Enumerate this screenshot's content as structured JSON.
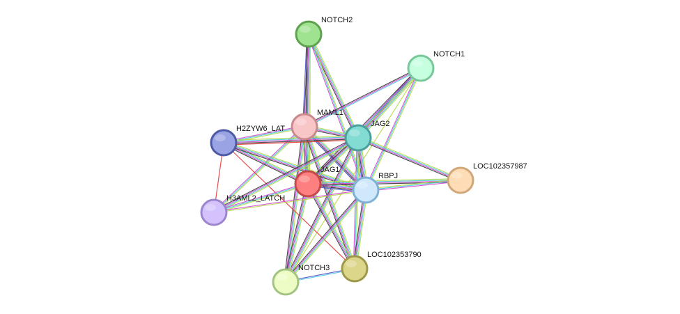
{
  "nodes": [
    {
      "id": "NOTCH2",
      "label": "NOTCH2",
      "fill": "#9fe28f",
      "stroke": "#5ea24f"
    },
    {
      "id": "NOTCH1",
      "label": "NOTCH1",
      "fill": "#c6ffe0",
      "stroke": "#79c79a"
    },
    {
      "id": "MAML1",
      "label": "MAML1",
      "fill": "#f9c6c8",
      "stroke": "#c98a8d"
    },
    {
      "id": "H2ZYW6",
      "label": "H2ZYW6_LAT",
      "fill": "#9aa3e3",
      "stroke": "#4e5aa6"
    },
    {
      "id": "JAG2",
      "label": "JAG2",
      "fill": "#83dcd4",
      "stroke": "#4c9f98"
    },
    {
      "id": "JAG1",
      "label": "JAG1",
      "fill": "#fd7f7f",
      "stroke": "#c44a4a"
    },
    {
      "id": "RBPJ",
      "label": "RBPJ",
      "fill": "#cfe8fb",
      "stroke": "#7fb0d6"
    },
    {
      "id": "LOC102357987",
      "label": "LOC102357987",
      "fill": "#fddcb6",
      "stroke": "#d1a77a"
    },
    {
      "id": "H3AML2",
      "label": "H3AML2_LATCH",
      "fill": "#d4c2fc",
      "stroke": "#9c85cf"
    },
    {
      "id": "LOC102353790",
      "label": "LOC102353790",
      "fill": "#dcd68a",
      "stroke": "#9e984a"
    },
    {
      "id": "NOTCH3",
      "label": "NOTCH3",
      "fill": "#ecfcc4",
      "stroke": "#a3c480"
    }
  ],
  "edge_colors": [
    "#b8d84c",
    "#4cc8d8",
    "#d24cd2",
    "#3c3c3c",
    "#4c4cd2",
    "#e03c3c"
  ],
  "edges": [
    {
      "a": "NOTCH2",
      "b": "MAML1",
      "types": [
        1,
        2,
        3,
        4
      ]
    },
    {
      "a": "NOTCH2",
      "b": "JAG2",
      "types": [
        0,
        1,
        2,
        3
      ]
    },
    {
      "a": "NOTCH2",
      "b": "JAG1",
      "types": [
        0,
        1,
        2,
        3
      ]
    },
    {
      "a": "NOTCH2",
      "b": "RBPJ",
      "types": [
        0,
        1,
        2
      ]
    },
    {
      "a": "NOTCH1",
      "b": "MAML1",
      "types": [
        1,
        2,
        3
      ]
    },
    {
      "a": "NOTCH1",
      "b": "JAG2",
      "types": [
        0,
        1,
        2,
        3,
        4
      ]
    },
    {
      "a": "NOTCH1",
      "b": "JAG1",
      "types": [
        0,
        1,
        2,
        3
      ]
    },
    {
      "a": "NOTCH1",
      "b": "RBPJ",
      "types": [
        0,
        1,
        2
      ]
    },
    {
      "a": "NOTCH1",
      "b": "NOTCH3",
      "types": [
        0
      ]
    },
    {
      "a": "MAML1",
      "b": "H2ZYW6",
      "types": [
        0,
        1,
        2
      ]
    },
    {
      "a": "MAML1",
      "b": "JAG2",
      "types": [
        0,
        1,
        2,
        3
      ]
    },
    {
      "a": "MAML1",
      "b": "JAG1",
      "types": [
        0,
        1,
        2,
        3
      ]
    },
    {
      "a": "MAML1",
      "b": "RBPJ",
      "types": [
        0,
        1,
        2,
        3,
        4
      ]
    },
    {
      "a": "MAML1",
      "b": "H3AML2",
      "types": [
        0,
        1,
        2
      ]
    },
    {
      "a": "MAML1",
      "b": "LOC102353790",
      "types": [
        0,
        1,
        2,
        3
      ]
    },
    {
      "a": "MAML1",
      "b": "NOTCH3",
      "types": [
        0,
        1,
        2,
        3
      ]
    },
    {
      "a": "H2ZYW6",
      "b": "JAG2",
      "types": [
        0,
        1,
        2,
        3,
        5
      ]
    },
    {
      "a": "H2ZYW6",
      "b": "JAG1",
      "types": [
        0,
        1,
        2,
        3
      ]
    },
    {
      "a": "H2ZYW6",
      "b": "RBPJ",
      "types": [
        0,
        1,
        2,
        3
      ]
    },
    {
      "a": "H2ZYW6",
      "b": "H3AML2",
      "types": [
        5
      ]
    },
    {
      "a": "H2ZYW6",
      "b": "LOC102353790",
      "types": [
        5
      ]
    },
    {
      "a": "JAG2",
      "b": "JAG1",
      "types": [
        0,
        1,
        2,
        3
      ]
    },
    {
      "a": "JAG2",
      "b": "RBPJ",
      "types": [
        0,
        1,
        2,
        3,
        4
      ]
    },
    {
      "a": "JAG2",
      "b": "LOC102357987",
      "types": [
        0,
        1,
        2,
        3
      ]
    },
    {
      "a": "JAG2",
      "b": "H3AML2",
      "types": [
        0,
        1,
        2,
        3
      ]
    },
    {
      "a": "JAG2",
      "b": "LOC102353790",
      "types": [
        0,
        1,
        2
      ]
    },
    {
      "a": "JAG2",
      "b": "NOTCH3",
      "types": [
        0,
        1,
        2,
        3
      ]
    },
    {
      "a": "JAG1",
      "b": "RBPJ",
      "types": [
        0,
        1,
        2,
        3,
        4
      ]
    },
    {
      "a": "JAG1",
      "b": "LOC102357987",
      "types": [
        0,
        1,
        2,
        3
      ]
    },
    {
      "a": "JAG1",
      "b": "H3AML2",
      "types": [
        0,
        1,
        2
      ]
    },
    {
      "a": "JAG1",
      "b": "LOC102353790",
      "types": [
        0,
        1,
        2,
        3
      ]
    },
    {
      "a": "JAG1",
      "b": "NOTCH3",
      "types": [
        0,
        1,
        2,
        3
      ]
    },
    {
      "a": "RBPJ",
      "b": "LOC102357987",
      "types": [
        0,
        1,
        2
      ]
    },
    {
      "a": "RBPJ",
      "b": "H3AML2",
      "types": [
        0,
        2
      ]
    },
    {
      "a": "RBPJ",
      "b": "LOC102353790",
      "types": [
        0,
        1,
        2,
        3
      ]
    },
    {
      "a": "RBPJ",
      "b": "NOTCH3",
      "types": [
        0,
        1,
        2,
        3
      ]
    },
    {
      "a": "LOC102353790",
      "b": "NOTCH3",
      "types": [
        1,
        4
      ]
    }
  ]
}
